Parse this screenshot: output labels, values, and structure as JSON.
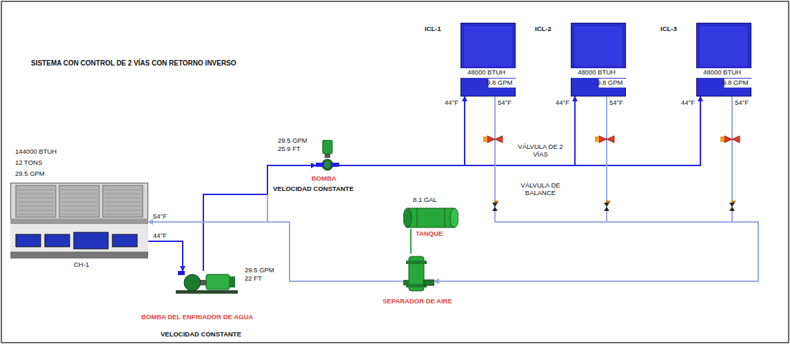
{
  "diagram": {
    "title": "SISTEMA CON CONTROL DE 2 VÍAS CON RETORNO INVERSO",
    "nodes": [
      {
        "text": [
          "ICL-1",
          "48000 BTUH",
          "9.8 GPM"
        ]
      },
      {
        "text": [
          "ICL-2",
          "48000 BTUH",
          "9.8 GPM"
        ]
      },
      {
        "text": [
          "ICL-3",
          "48000 BTUH",
          "9.8 GPM"
        ]
      },
      {
        "text": [
          "144000 BTUH",
          "12 TONS",
          "29.5 GPM",
          "CH-1"
        ]
      },
      {
        "text": [
          "29.5 GPM",
          "25.9 FT",
          "BOMBA",
          "VELOCIDAD CONSTANTE"
        ]
      },
      {
        "text": [
          "8.1 GAL",
          "TANQUE"
        ]
      },
      {
        "text": [
          "29.5 GPM",
          "22 FT",
          "BOMBA DEL ENFRIADOR DE AGUA",
          "VELOCIDAD CONSTANTE"
        ]
      },
      {
        "text": [
          "SEPARADOR DE AIRE"
        ]
      }
    ],
    "edges": [
      {
        "from": 3,
        "to": 6,
        "arrow": "to"
      },
      {
        "from": 6,
        "to": 4,
        "arrow": "to"
      },
      {
        "from": 4,
        "to": 0,
        "arrow": "to"
      },
      {
        "from": 4,
        "to": 1,
        "arrow": "to"
      },
      {
        "from": 4,
        "to": 2,
        "arrow": "to"
      },
      {
        "from": 0,
        "to": 7,
        "arrow": "to"
      },
      {
        "from": 1,
        "to": 7,
        "arrow": "to"
      },
      {
        "from": 2,
        "to": 7,
        "arrow": "to"
      },
      {
        "from": 7,
        "to": 3,
        "arrow": "to"
      },
      {
        "from": 5,
        "to": 7,
        "arrow": "none"
      }
    ],
    "labels": [
      "54°F",
      "44°F",
      "44°F",
      "54°F",
      "44°F",
      "54°F",
      "44°F",
      "54°F",
      "VÁLVULA DE 2 VÍAS",
      "VÁLVULA DE BALANCE"
    ]
  }
}
